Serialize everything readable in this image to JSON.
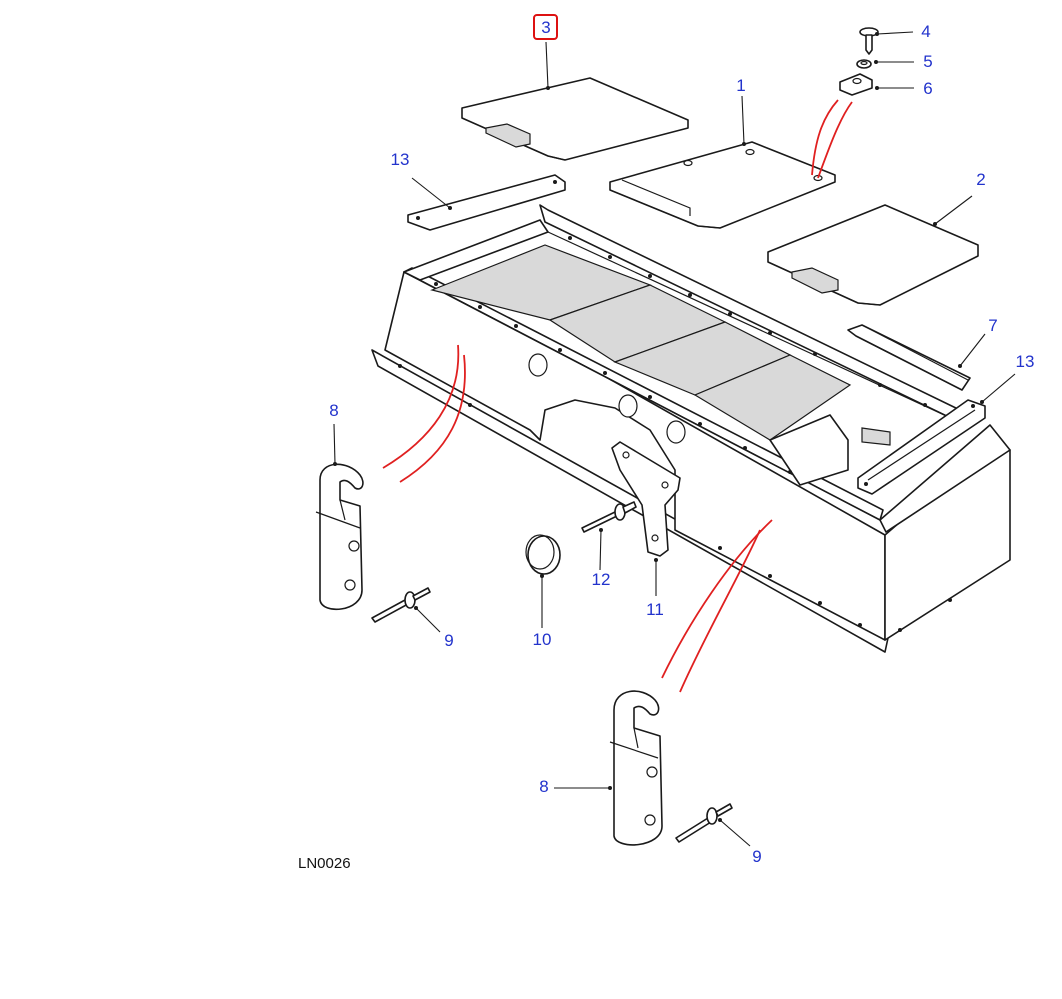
{
  "diagram": {
    "reference_code": "LN0026",
    "highlight_color": "#dd1111",
    "callout_color": "#2233cc",
    "callouts": {
      "c3": "3",
      "c4": "4",
      "c5": "5",
      "c6": "6",
      "c1": "1",
      "c13a": "13",
      "c2": "2",
      "c7": "7",
      "c13b": "13",
      "c8a": "8",
      "c9a": "9",
      "c10": "10",
      "c12": "12",
      "c11": "11",
      "c8b": "8",
      "c9b": "9"
    },
    "selected_callout": "3"
  }
}
